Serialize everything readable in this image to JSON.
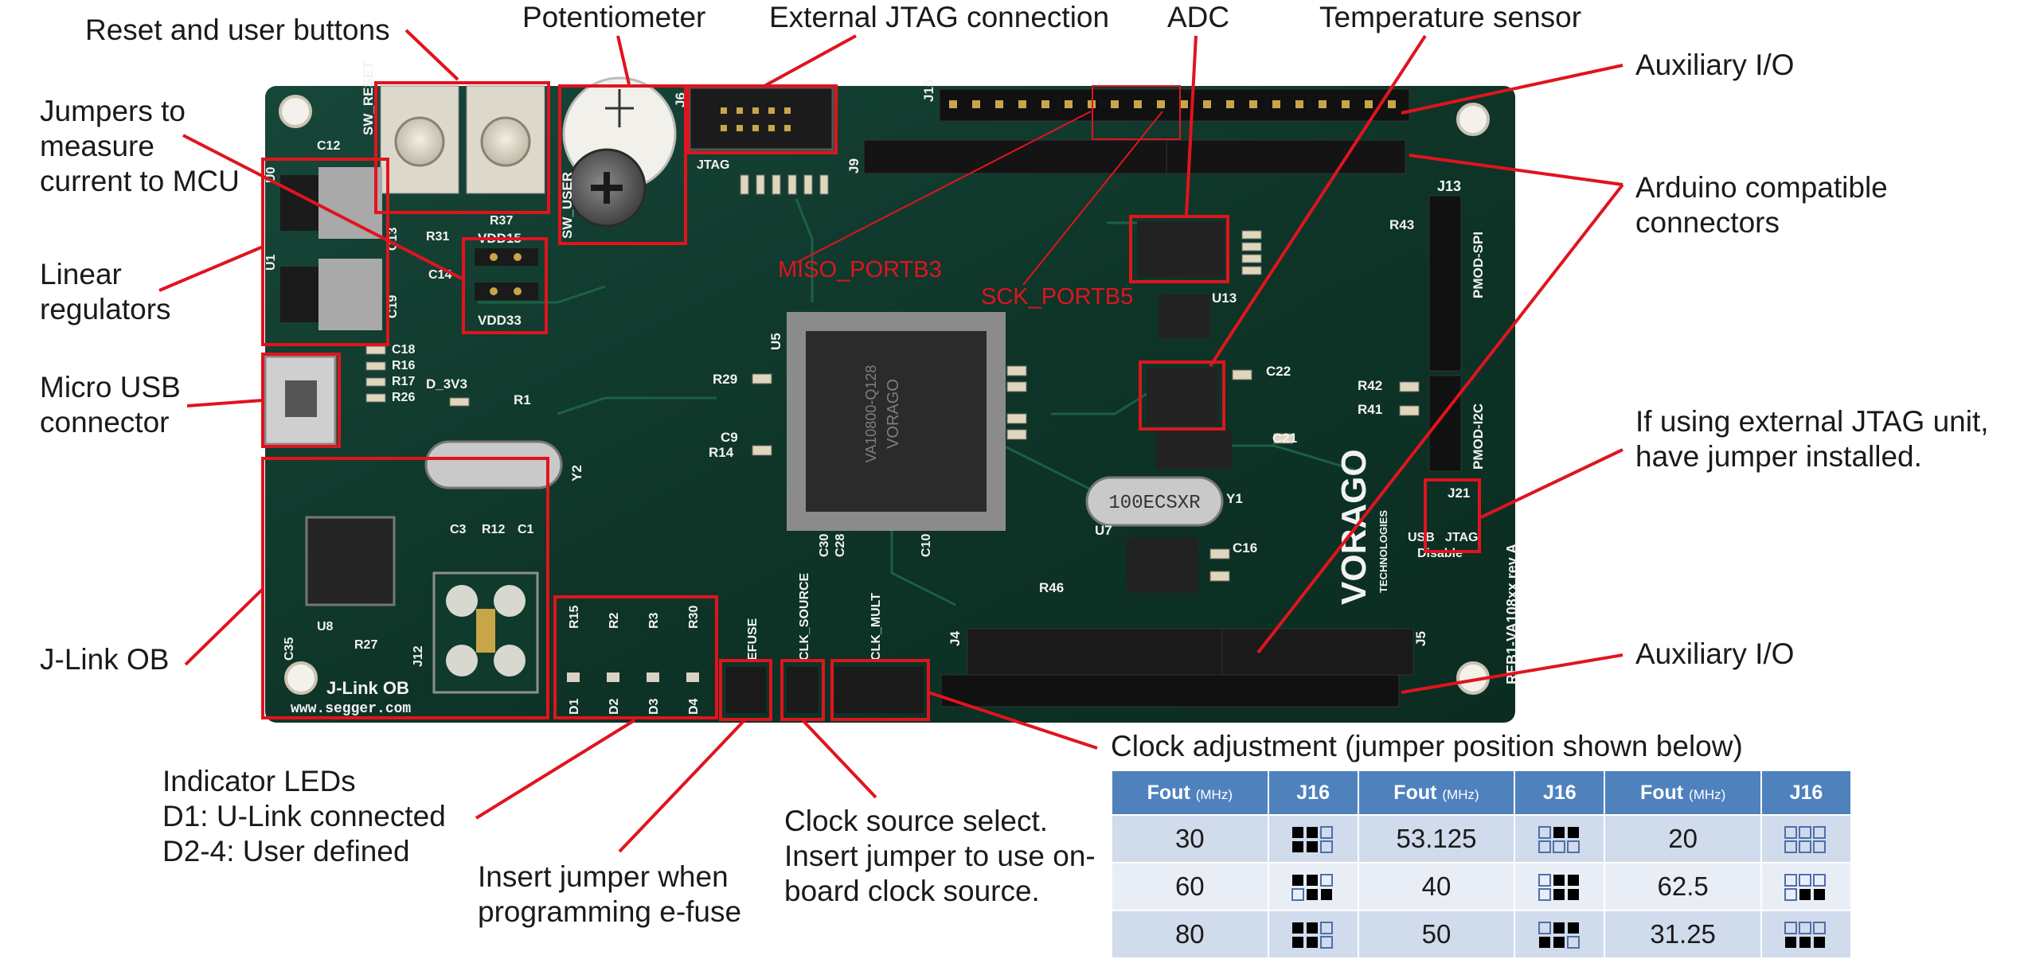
{
  "labels": {
    "reset_user": "Reset and user buttons",
    "potentiometer": "Potentiometer",
    "ext_jtag": "External JTAG connection",
    "adc": "ADC",
    "temp_sensor": "Temperature sensor",
    "aux_io_top": "Auxiliary I/O",
    "jumpers": "Jumpers to\nmeasure\ncurrent to MCU",
    "arduino": "Arduino compatible\nconnectors",
    "linear_reg": "Linear\nregulators",
    "micro_usb": "Micro USB\nconnector",
    "ext_jtag_unit": "If using external JTAG unit,\nhave jumper installed.",
    "jlink_ob": "J-Link OB",
    "aux_io_bottom": "Auxiliary I/O",
    "indicator_leds": "Indicator LEDs\nD1: U-Link connected\nD2-4: User defined",
    "insert_jumper": "Insert jumper when\nprogramming e-fuse",
    "clock_source": "Clock source select.\nInsert jumper to use on-\nboard clock source.",
    "miso": "MISO_PORTB3",
    "sck": "SCK_PORTB5"
  },
  "board": {
    "silk": {
      "sw_reset": "SW_RESET",
      "sw_user": "SW_USER",
      "j6": "J6",
      "j15": "J15",
      "j9": "J9",
      "jtag": "JTAG",
      "j13": "J13",
      "pmod_spi": "PMOD-SPI",
      "pmod_i2c": "PMOD-I2C",
      "j21": "J21",
      "usb": "USB",
      "jtag2": "JTAG",
      "disable": "Disable",
      "vdd15": "VDD15",
      "vdd33": "VDD33",
      "u5": "U5",
      "u13": "U13",
      "u7": "U7",
      "y1": "Y1",
      "y2": "Y2",
      "crystal": "100ECSXR",
      "mcu1": "VORAGO",
      "mcu2": "VA10800-Q128",
      "brand": "VORAGO",
      "brand_sub": "TECHNOLOGIES",
      "rev": "REB1-VA108xx rev A",
      "jlink": "J-Link OB",
      "segger": "www.segger.com",
      "efuse": "EFUSE",
      "clk_source": "CLK_SOURCE",
      "clk_mult": "CLK_MULT",
      "j4": "J4",
      "j5": "J5",
      "d3v3": "D_3V3",
      "r1": "R1",
      "r29": "R29",
      "r14": "R14",
      "c9": "C9",
      "c22": "C22",
      "c21": "C21",
      "c16": "C16",
      "r42": "R42",
      "r41": "R41",
      "r43": "R43",
      "r46": "R46",
      "c18": "C18",
      "r16": "R16",
      "r17": "R17",
      "r26": "R26",
      "c12": "C12",
      "u0": "U0",
      "u1": "U1",
      "r31": "R31",
      "r37": "R37",
      "c13": "C13",
      "c14": "C14",
      "c19": "C19",
      "r15": "R15",
      "r2": "R2",
      "r3": "R3",
      "r30": "R30",
      "d1": "D1",
      "d2": "D2",
      "d3": "D3",
      "d4": "D4",
      "c30": "C30",
      "c28": "C28",
      "c10": "C10",
      "c3": "C3",
      "r12": "R12",
      "c1": "C1",
      "u8": "U8",
      "j12": "J12",
      "r27": "R27",
      "c35": "C35"
    }
  },
  "clock": {
    "title": "Clock adjustment (jumper position shown below)",
    "headers": [
      {
        "main": "Fout",
        "unit": "(MHz)"
      },
      {
        "main": "J16",
        "unit": ""
      },
      {
        "main": "Fout",
        "unit": "(MHz)"
      },
      {
        "main": "J16",
        "unit": ""
      },
      {
        "main": "Fout",
        "unit": "(MHz)"
      },
      {
        "main": "J16",
        "unit": ""
      }
    ],
    "rows": [
      [
        "30",
        "53.125",
        "20"
      ],
      [
        "60",
        "40",
        "62.5"
      ],
      [
        "80",
        "50",
        "31.25"
      ]
    ]
  },
  "colors": {
    "accent": "#e0141e",
    "pcb": "#0f3a2c",
    "table_header": "#4f81bd"
  }
}
